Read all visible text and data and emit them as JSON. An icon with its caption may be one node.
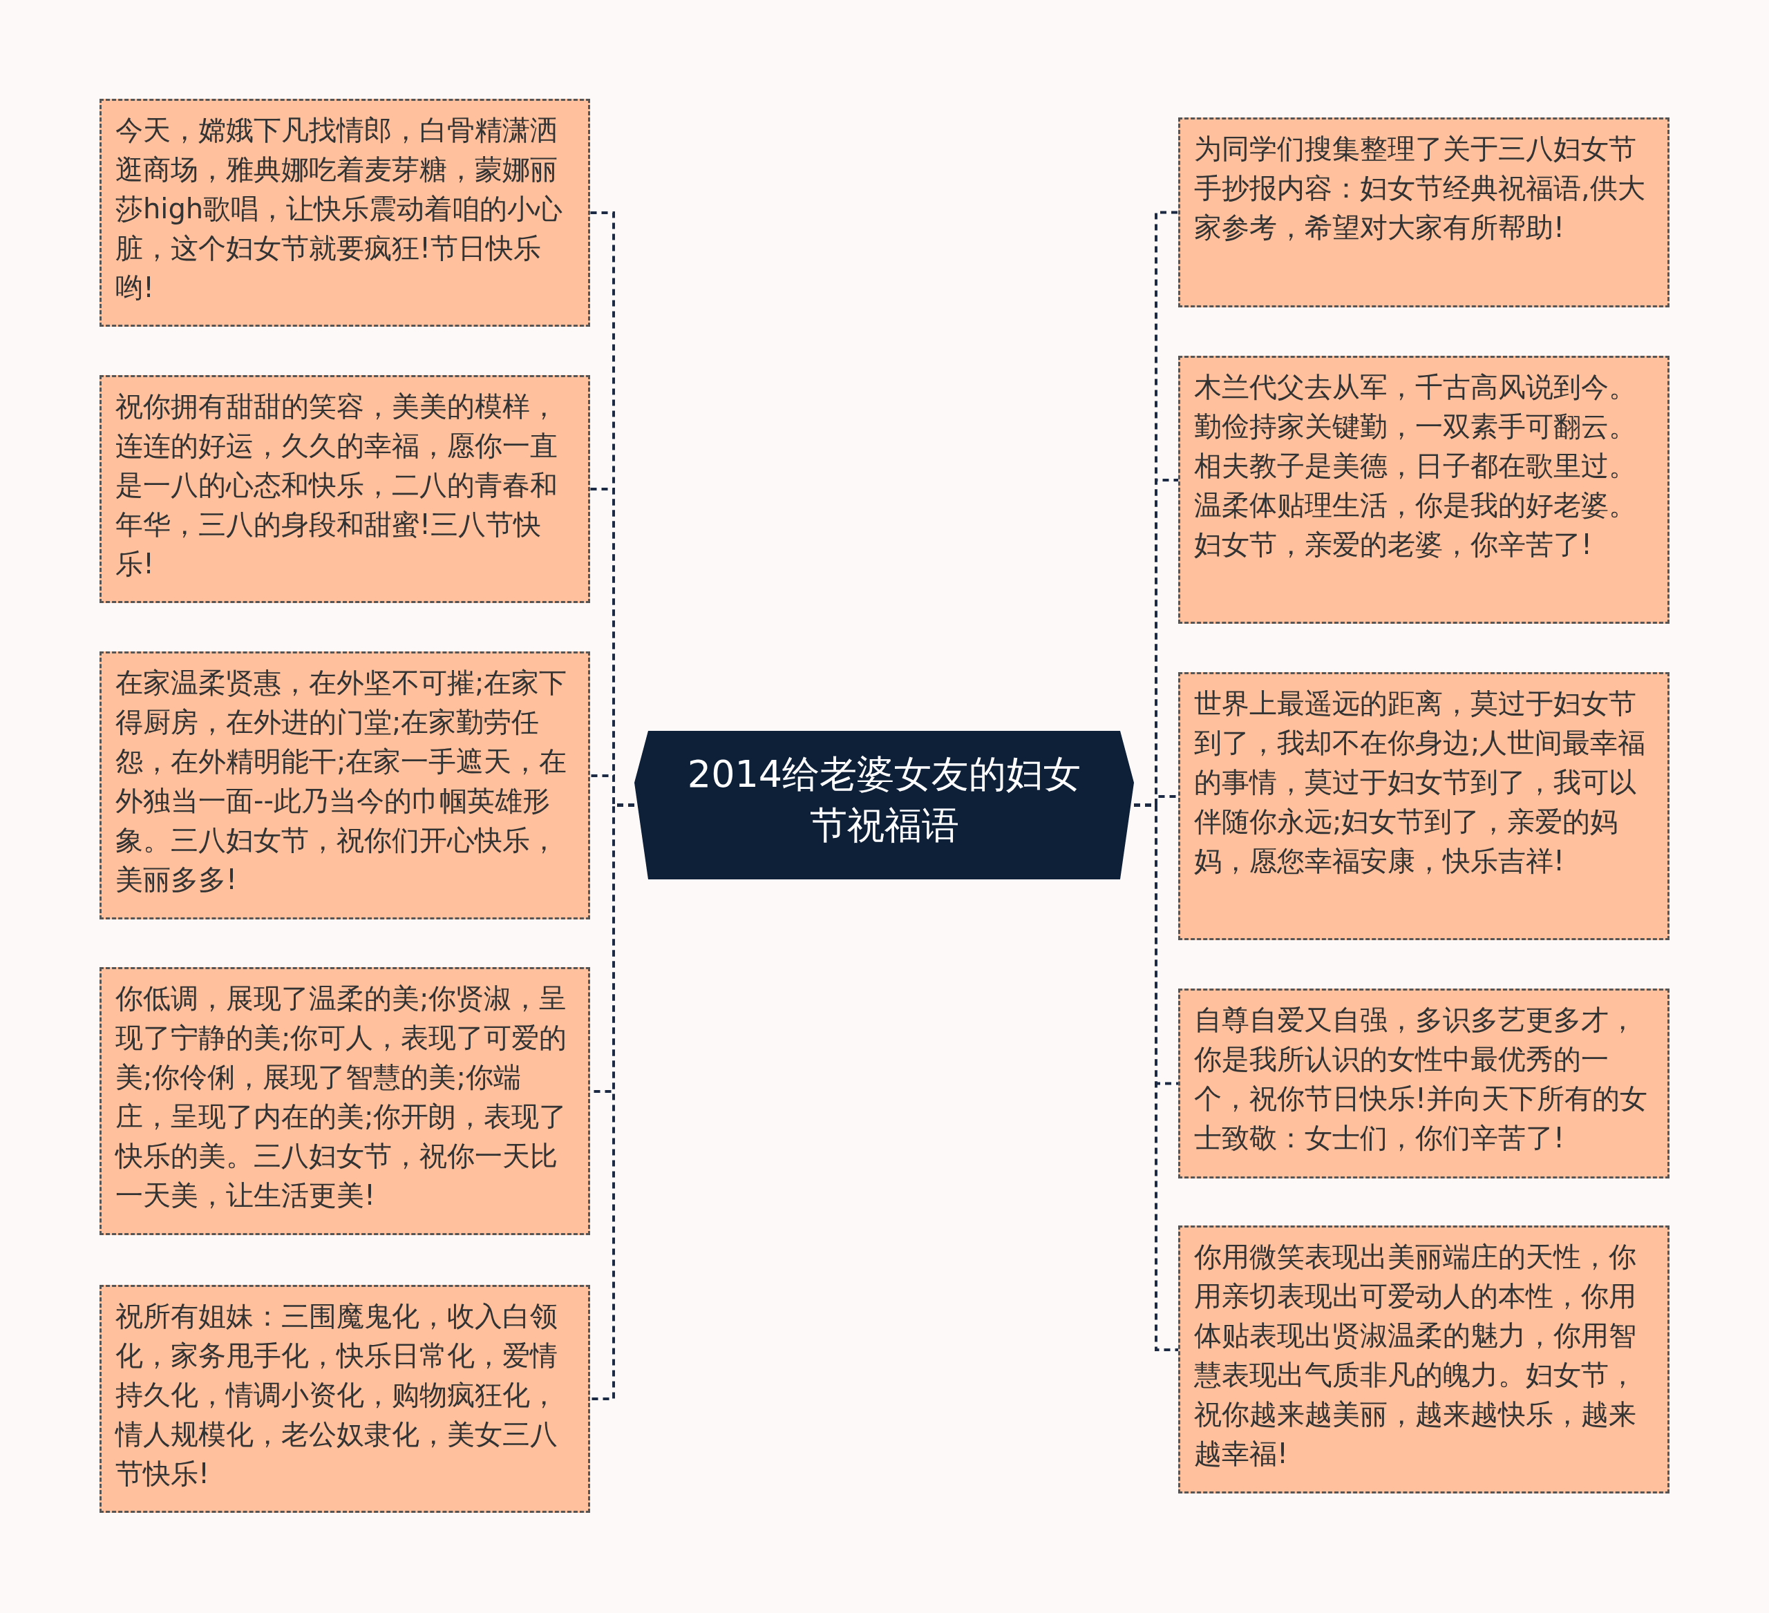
{
  "diagram": {
    "nodes": [
      {
        "text": [
          "2014给老婆女友的妇女节祝福语"
        ]
      },
      {
        "text": [
          "今天，嫦娥下凡找情郎，白骨精潇洒逛商场，雅典娜吃着麦芽糖，蒙娜丽莎high歌唱，让快乐震动着咱的小心脏，这个妇女节就要疯狂!节日快乐哟!"
        ]
      },
      {
        "text": [
          "祝你拥有甜甜的笑容，美美的模样，连连的好运，久久的幸福，愿你一直是一八的心态和快乐，二八的青春和年华，三八的身段和甜蜜!三八节快乐!"
        ]
      },
      {
        "text": [
          "在家温柔贤惠，在外坚不可摧;在家下得厨房，在外进的门堂;在家勤劳任怨，在外精明能干;在家一手遮天，在外独当一面--此乃当今的巾帼英雄形象。三八妇女节，祝你们开心快乐，美丽多多!"
        ]
      },
      {
        "text": [
          "你低调，展现了温柔的美;你贤淑，呈现了宁静的美;你可人，表现了可爱的美;你伶俐，展现了智慧的美;你端庄，呈现了内在的美;你开朗，表现了快乐的美。三八妇女节，祝你一天比一天美，让生活更美!"
        ]
      },
      {
        "text": [
          "祝所有姐妹：三围魔鬼化，收入白领化，家务甩手化，快乐日常化，爱情持久化，情调小资化，购物疯狂化，情人规模化，老公奴隶化，美女三八节快乐!"
        ]
      },
      {
        "text": [
          "为同学们搜集整理了关于三八妇女节手抄报内容：妇女节经典祝福语,供大家参考，希望对大家有所帮助!"
        ]
      },
      {
        "text": [
          "木兰代父去从军，千古高风说到今。勤俭持家关键勤，一双素手可翻云。相夫教子是美德，日子都在歌里过。温柔体贴理生活，你是我的好老婆。妇女节，亲爱的老婆，你辛苦了!"
        ]
      },
      {
        "text": [
          "世界上最遥远的距离，莫过于妇女节到了，我却不在你身边;人世间最幸福的事情，莫过于妇女节到了，我可以伴随你永远;妇女节到了，亲爱的妈妈，愿您幸福安康，快乐吉祥!"
        ]
      },
      {
        "text": [
          "自尊自爱又自强，多识多艺更多才，你是我所认识的女性中最优秀的一个，祝你节日快乐!并向天下所有的女士致敬：女士们，你们辛苦了!"
        ]
      },
      {
        "text": [
          "你用微笑表现出美丽端庄的天性，你用亲切表现出可爱动人的本性，你用体贴表现出贤淑温柔的魅力，你用智慧表现出气质非凡的魄力。妇女节，祝你越来越美丽，越来越快乐，越来越幸福!"
        ]
      }
    ],
    "edges": [
      {
        "from": 0,
        "to": 1,
        "arrow": "none",
        "style": "dashed"
      },
      {
        "from": 0,
        "to": 2,
        "arrow": "none",
        "style": "dashed"
      },
      {
        "from": 0,
        "to": 3,
        "arrow": "none",
        "style": "dashed"
      },
      {
        "from": 0,
        "to": 4,
        "arrow": "none",
        "style": "dashed"
      },
      {
        "from": 0,
        "to": 5,
        "arrow": "none",
        "style": "dashed"
      },
      {
        "from": 0,
        "to": 6,
        "arrow": "none",
        "style": "dashed"
      },
      {
        "from": 0,
        "to": 7,
        "arrow": "none",
        "style": "dashed"
      },
      {
        "from": 0,
        "to": 8,
        "arrow": "none",
        "style": "dashed"
      },
      {
        "from": 0,
        "to": 9,
        "arrow": "none",
        "style": "dashed"
      },
      {
        "from": 0,
        "to": 10,
        "arrow": "none",
        "style": "dashed"
      }
    ]
  }
}
